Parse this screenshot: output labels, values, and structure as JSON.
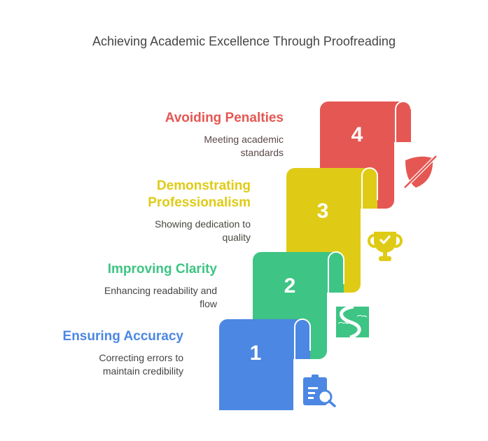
{
  "title": "Achieving Academic Excellence Through Proofreading",
  "steps": [
    {
      "number": "1",
      "heading": "Ensuring Accuracy",
      "description": "Correcting errors to maintain credibility",
      "color": "#4C87E3",
      "icon": "clipboard-search-icon"
    },
    {
      "number": "2",
      "heading": "Improving Clarity",
      "description": "Enhancing readability and flow",
      "color": "#3EC484",
      "icon": "river-icon"
    },
    {
      "number": "3",
      "heading": "Demonstrating Professionalism",
      "description": "Showing dedication to quality",
      "color": "#DFCB16",
      "icon": "trophy-check-icon"
    },
    {
      "number": "4",
      "heading": "Avoiding Penalties",
      "description": "Meeting academic standards",
      "color": "#E55753",
      "icon": "shield-slash-icon"
    }
  ]
}
